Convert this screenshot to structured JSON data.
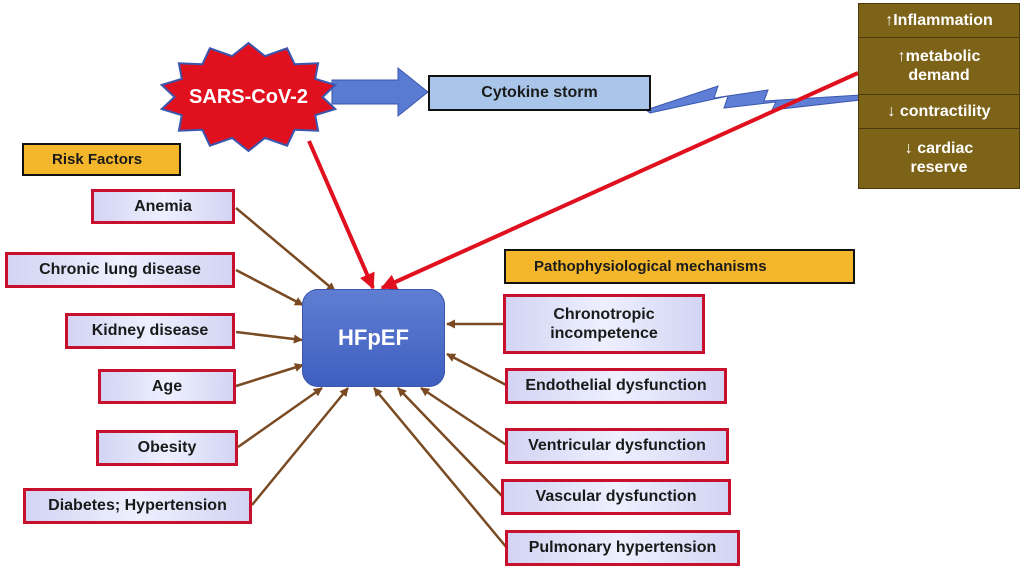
{
  "sars_label": "SARS-CoV-2",
  "cytokine_label": "Cytokine storm",
  "hfpef_label": "HFpEF",
  "risk_header": "Risk Factors",
  "patho_header": "Pathophysiological mechanisms",
  "risk_factors": [
    "Anemia",
    "Chronic lung disease",
    "Kidney disease",
    "Age",
    "Obesity",
    "Diabetes; Hypertension"
  ],
  "mechanisms": [
    "Chronotropic incompetence",
    "Endothelial dysfunction",
    "Ventricular dysfunction",
    "Vascular dysfunction",
    "Pulmonary hypertension"
  ],
  "effects": [
    "↑Inflammation",
    "↑metabolic demand",
    "↓ contractility",
    "↓ cardiac reserve"
  ],
  "colors": {
    "risk_border": "#c8102e",
    "brown_arrow": "#7a4a22",
    "red_arrow": "#e0101e",
    "hfpef_fill": "#4a69c8",
    "effects_fill": "#7d6318",
    "header_fill": "#f4b72c",
    "cytokine_fill": "#a9c6ea",
    "star_fill": "#e0101e"
  }
}
